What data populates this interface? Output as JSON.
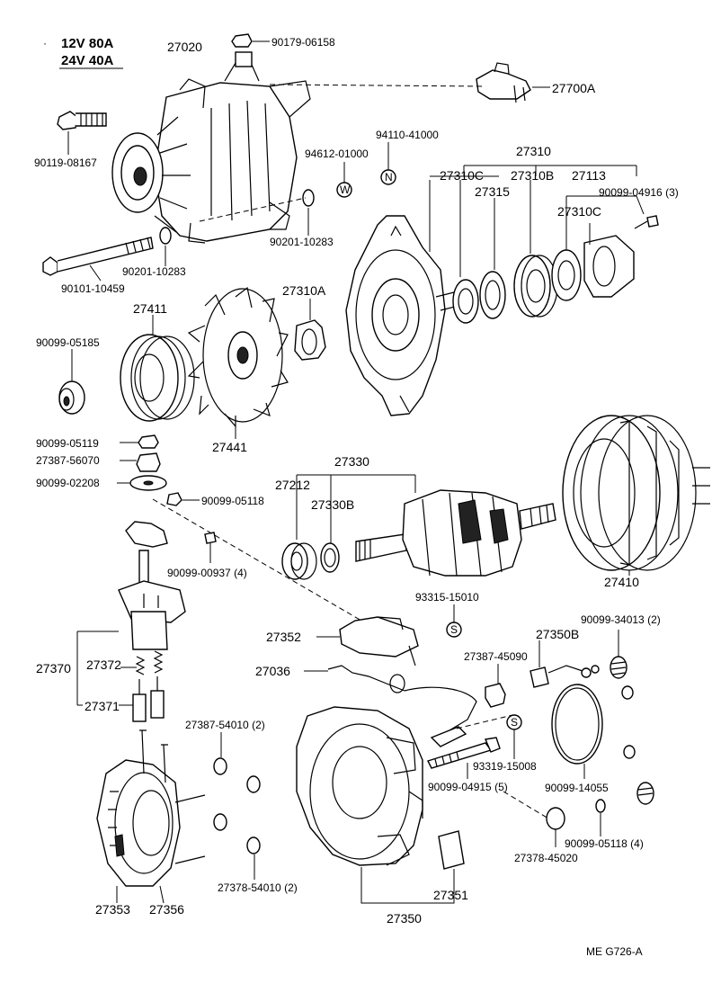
{
  "header": {
    "line1": "12V 80A",
    "line2": "24V 40A"
  },
  "labels": {
    "alternator_assy": "27020",
    "nut_top": "90179-06158",
    "regulator": "27700A",
    "bolt_top": "90119-08167",
    "n_symbol_part": "94110-41000",
    "w_symbol_part": "94612-01000",
    "n_symbol": "N",
    "w_symbol": "W",
    "washer_a": "90201-10283",
    "washer_b": "90201-10283",
    "long_bolt": "90101-10459",
    "frame_drive_end": "27310",
    "bearing_cover_a": "27310C",
    "retainer_27315": "27315",
    "bearing_27310b": "27310B",
    "retainer_27113": "27113",
    "screw_04916": "90099-04916 (3)",
    "bearing_cover_b": "27310C",
    "spacer_27310a": "27310A",
    "pulley": "27411",
    "collar_05185": "90099-05185",
    "fan": "27441",
    "nut_05119": "90099-05119",
    "collar_56070": "27387-56070",
    "washer_02208": "90099-02208",
    "nut_05118_a": "90099-05118",
    "rotor_assy": "27330",
    "bearing_27212": "27212",
    "bearing_cover_27330b": "27330B",
    "screw_00937": "90099-00937 (4)",
    "stator": "27410",
    "s_part_15010": "93315-15010",
    "s_symbol_a": "S",
    "brush_holder": "27370",
    "brush_spring": "27372",
    "brush": "27371",
    "cover_27352": "27352",
    "insulator_45090": "27387-45090",
    "terminal_27350b": "27350B",
    "plug_34013": "90099-34013 (2)",
    "wire_27036": "27036",
    "insulator_54010a": "27387-54010 (2)",
    "s_part_15008": "93319-15008",
    "s_symbol_b": "S",
    "bolt_04915": "90099-04915 (5)",
    "oring_14055": "90099-14055",
    "insulator_54010b": "27378-54010 (2)",
    "nut_05118_b": "90099-05118 (4)",
    "insulator_45020": "27378-45020",
    "bushing_27351": "27351",
    "rectifier": "27353",
    "rectifier_holder": "27356",
    "frame_rear_end": "27350",
    "diagram_code": "ME  G726-A"
  }
}
